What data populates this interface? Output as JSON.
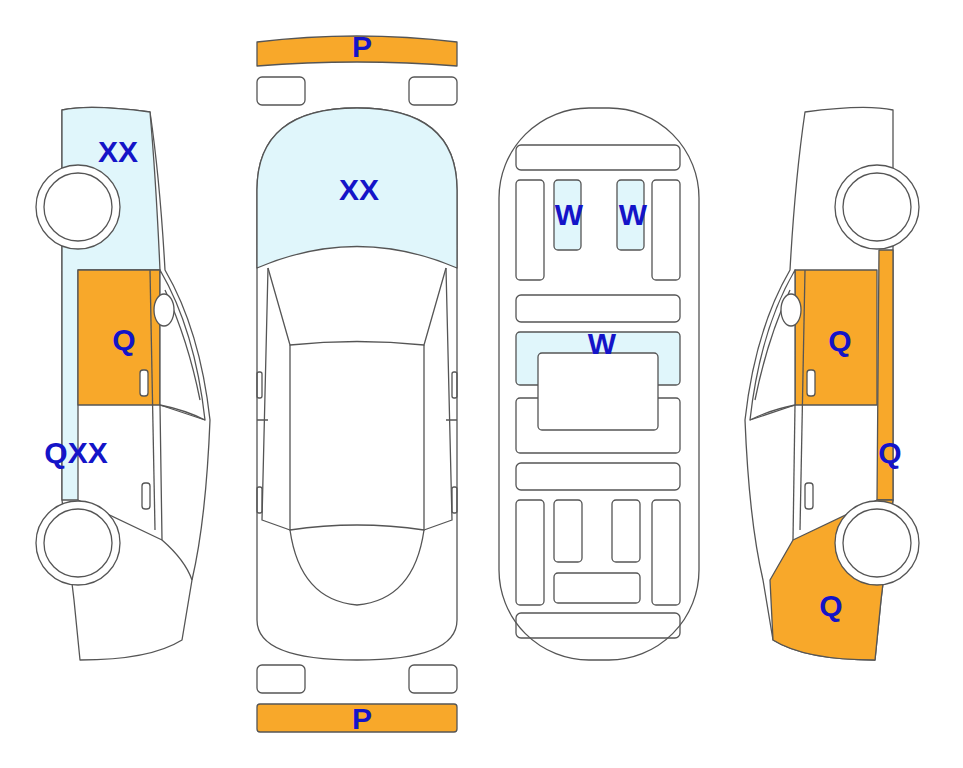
{
  "diagram": {
    "labels": [
      "XX",
      "Q",
      "QXX",
      "P",
      "XX",
      "P",
      "W",
      "W",
      "W",
      "Q",
      "Q",
      "Q"
    ]
  }
}
